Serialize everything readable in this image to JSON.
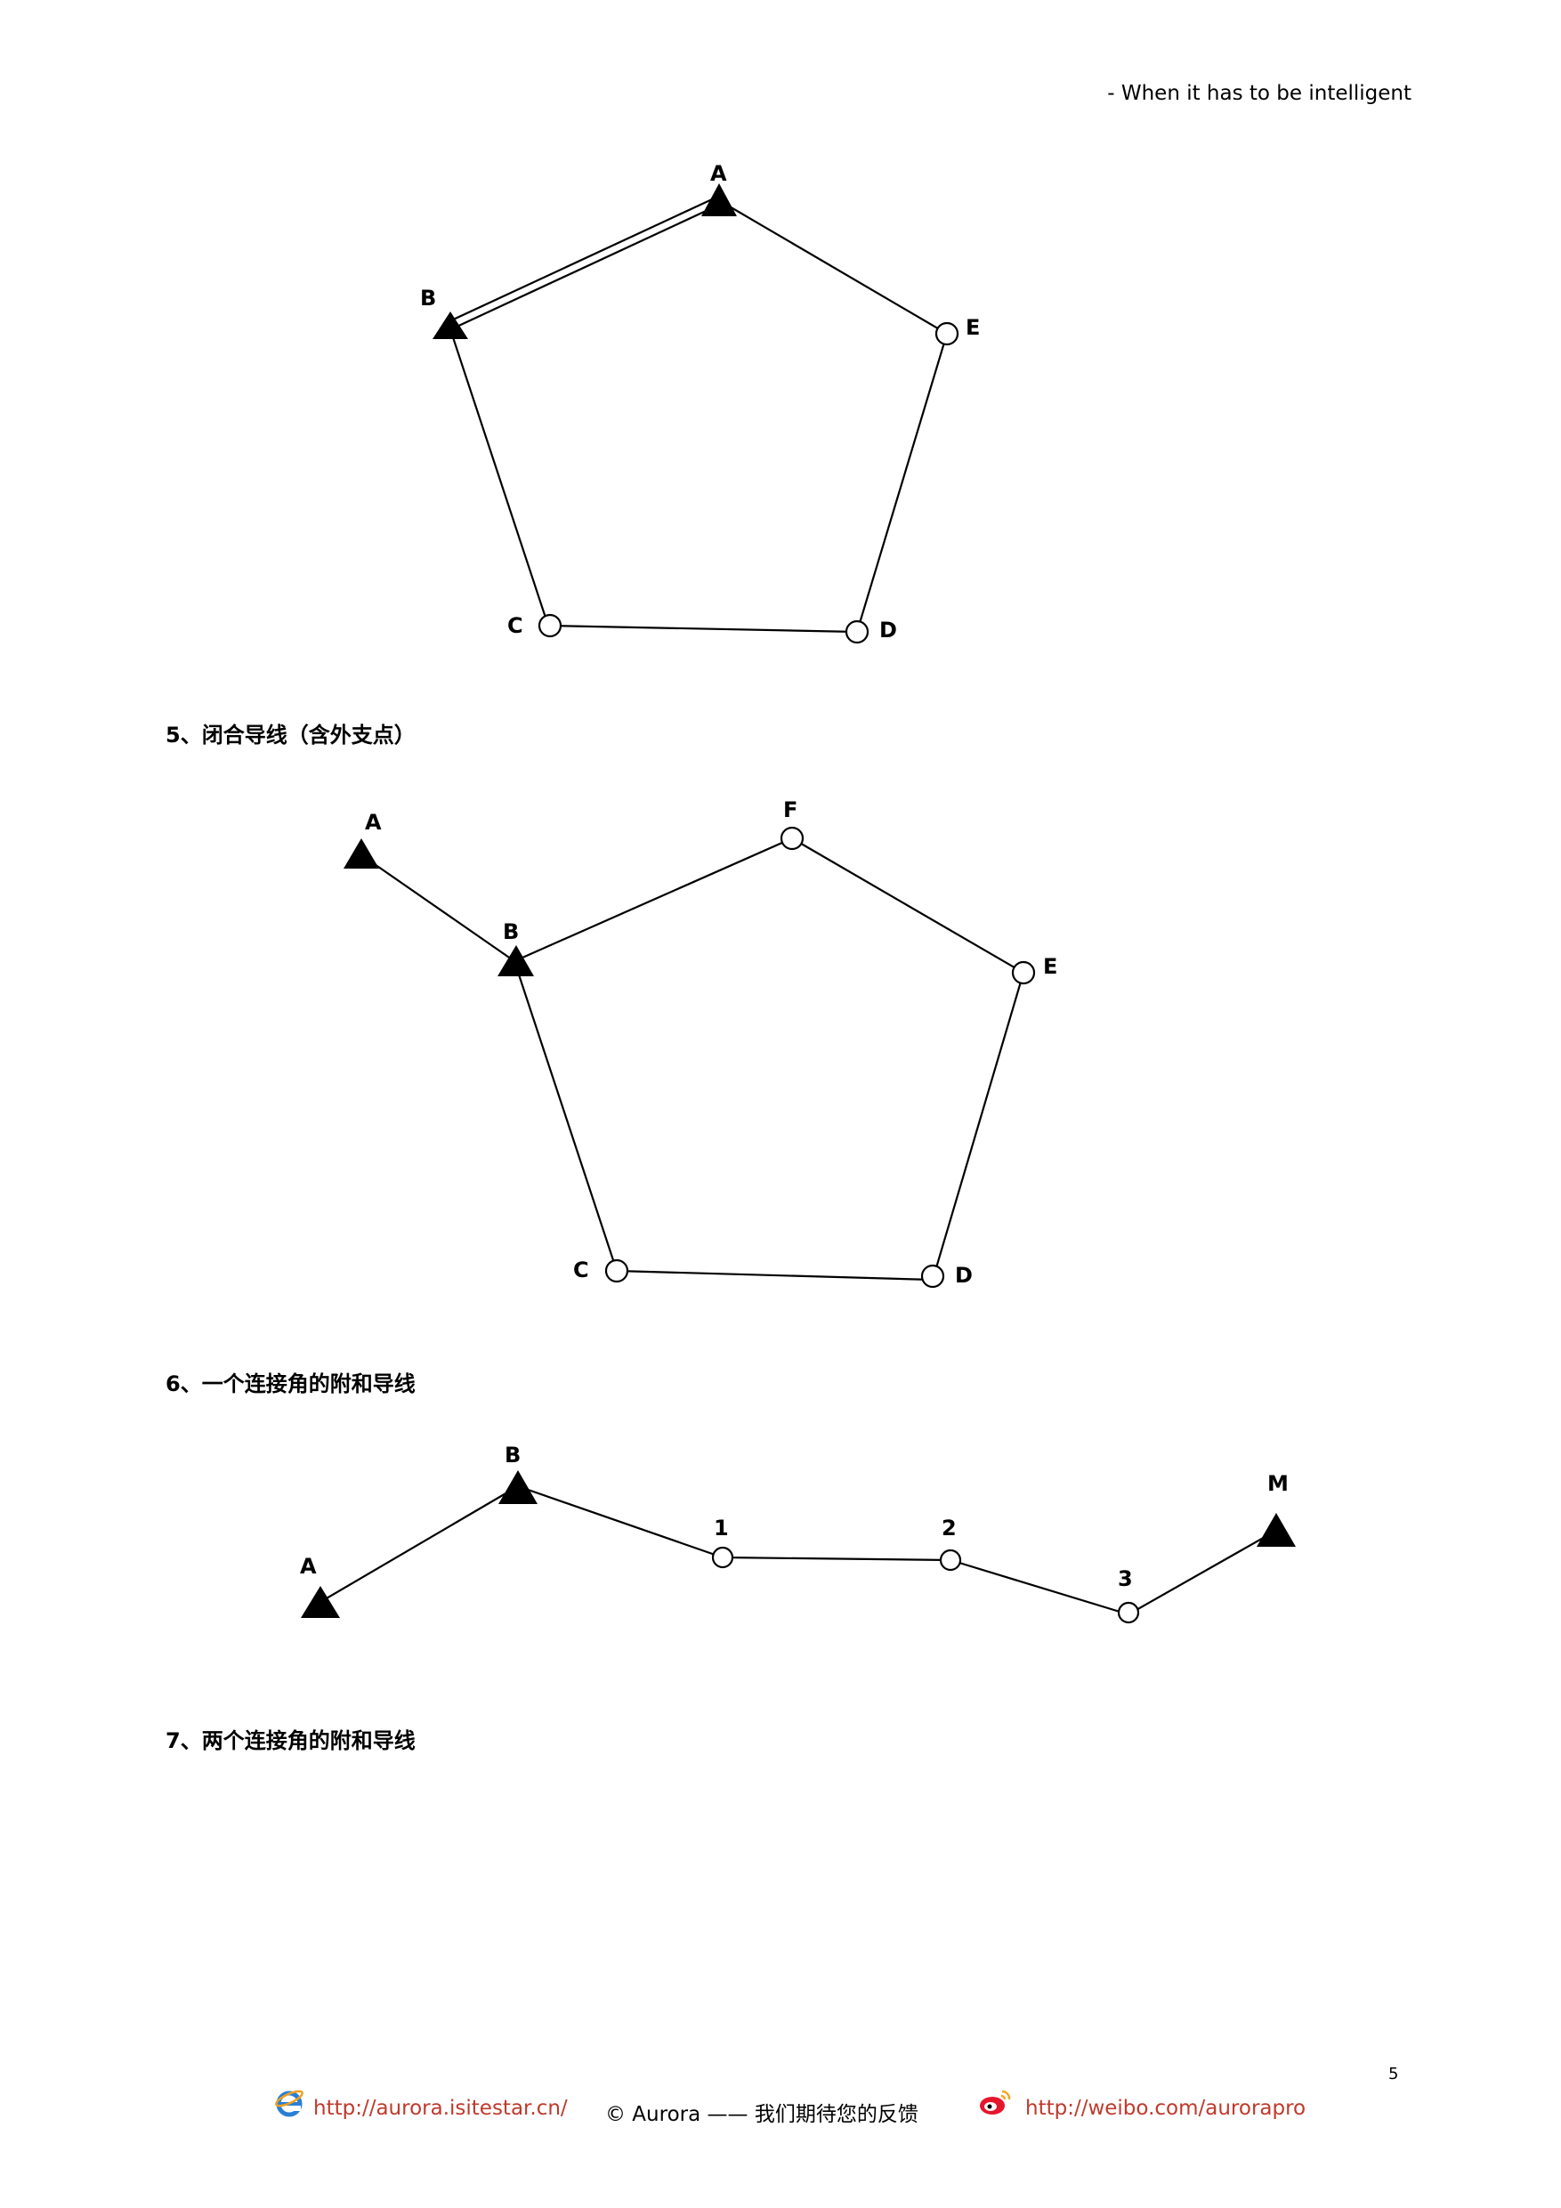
{
  "header": {
    "tagline": "- When it has to be intelligent"
  },
  "sections": [
    {
      "heading": "5、闭合导线（含外支点）"
    },
    {
      "heading": "6、一个连接角的附和导线"
    },
    {
      "heading": "7、两个连接角的附和导线"
    }
  ],
  "diagrams": {
    "d1": {
      "labels": {
        "A": "A",
        "B": "B",
        "C": "C",
        "D": "D",
        "E": "E"
      }
    },
    "d2": {
      "labels": {
        "A": "A",
        "B": "B",
        "C": "C",
        "D": "D",
        "E": "E",
        "F": "F"
      }
    },
    "d3": {
      "labels": {
        "A": "A",
        "B": "B",
        "p1": "1",
        "p2": "2",
        "p3": "3",
        "M": "M"
      }
    }
  },
  "page_number": "5",
  "footer": {
    "site_link": "http://aurora.isitestar.cn/",
    "copyright": "© Aurora —— 我们期待您的反馈",
    "weibo_link": "http://weibo.com/aurorapro",
    "site_icon": "ie-browser-icon",
    "weibo_icon": "weibo-icon",
    "link_color": "#c0392b"
  }
}
